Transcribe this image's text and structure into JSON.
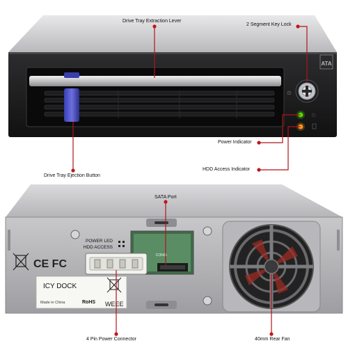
{
  "callouts": {
    "extraction_lever": "Drive Tray Extraction Lever",
    "key_lock": "2 Segment Key Lock",
    "ejection_button": "Drive Tray Ejection Button",
    "power_indicator": "Power Indicator",
    "hdd_access_indicator": "HDD Access Indicator",
    "sata_port": "SATA Port",
    "power_connector": "4 Pin Power Connector",
    "rear_fan": "40mm Rear Fan"
  },
  "front_badge": "ATA",
  "rear_panel": {
    "led_label_1": "POWER LED",
    "led_label_2": "HDD ACCESS",
    "brand": "ICY DOCK",
    "made_in": "Made in China",
    "rohs": "RoHS",
    "weee": "WEEE",
    "ce_fc": "CE FC",
    "pcb_label": "CON01"
  },
  "colors": {
    "callout_line": "#b0151b",
    "callout_dot": "#c0161c",
    "led_green": "#53e000",
    "led_orange": "#ff9a1a",
    "ejection_button": "#4a4ec0"
  }
}
